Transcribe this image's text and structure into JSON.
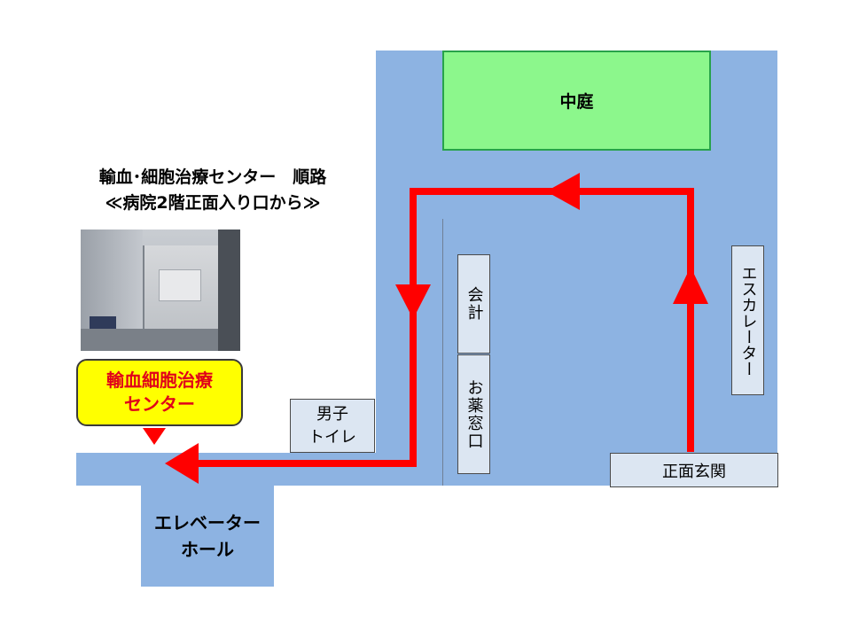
{
  "title": {
    "line1": "輸血･細胞治療センター　順路",
    "line2": "≪病院2階正面入り口から≫"
  },
  "callout": {
    "line1": "輸血細胞治療",
    "line2": "センター"
  },
  "rooms": {
    "courtyard": "中庭",
    "cashier": "会計",
    "pharmacy": "お薬窓口",
    "mens_toilet_line1": "男子",
    "mens_toilet_line2": "トイレ",
    "escalator": "エスカレーター",
    "main_entrance": "正面玄関",
    "elevator_hall_line1": "エレベーター",
    "elevator_hall_line2": "ホール"
  },
  "colors": {
    "floor": "#8db3e2",
    "route": "#ff0000",
    "courtyard_fill": "#8cf78c",
    "label_fill": "#dce6f2",
    "callout_fill": "#ffff00",
    "callout_text": "#e0001a"
  }
}
